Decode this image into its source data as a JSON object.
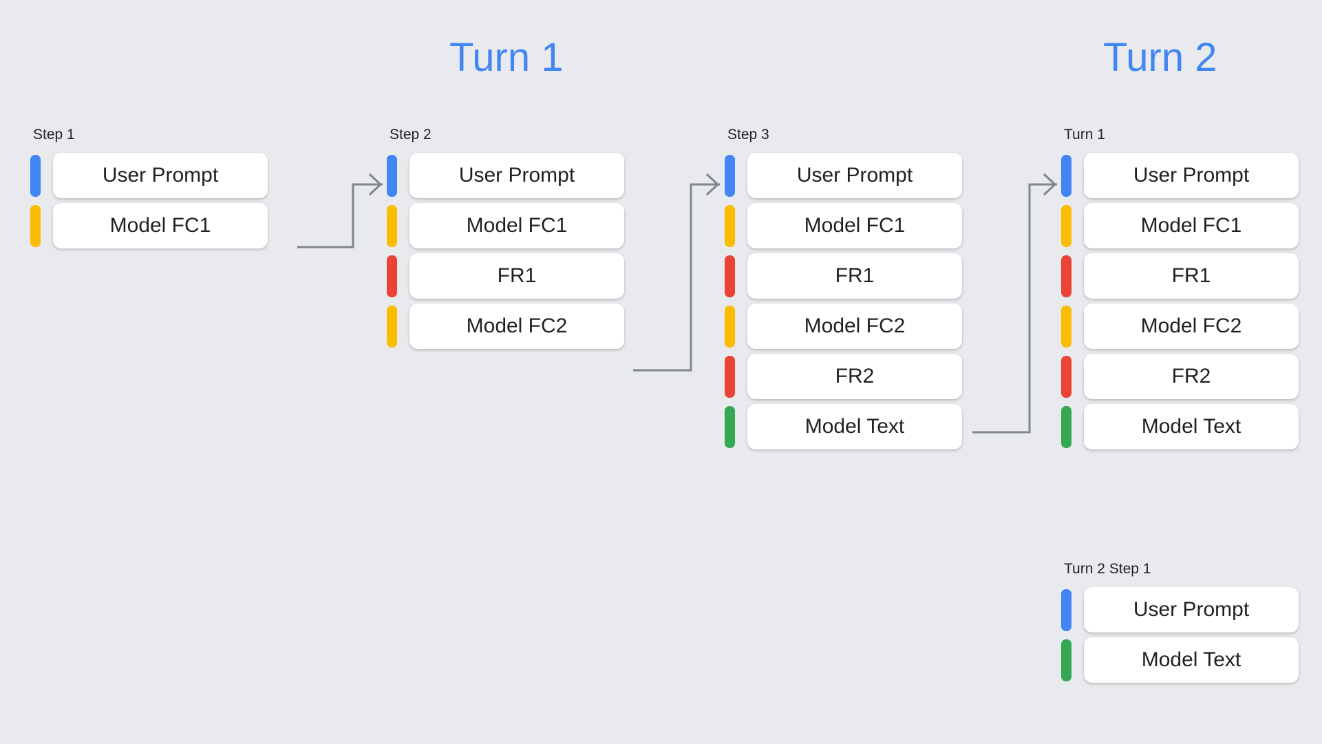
{
  "headings": {
    "turn1": "Turn 1",
    "turn2": "Turn 2",
    "color": "#4285F4"
  },
  "palette": {
    "background": "#E8EAED",
    "card": "#FFFFFF",
    "text": "#202124",
    "arrow": "#80868B",
    "user_prompt": "#4285F4",
    "model_fc": "#FBBC04",
    "function_response": "#EA4335",
    "model_text": "#34A853"
  },
  "columns": [
    {
      "id": "step1",
      "label": "Step 1",
      "rows": [
        {
          "label": "User Prompt",
          "color": "#4285F4",
          "role": "user-prompt"
        },
        {
          "label": "Model FC1",
          "color": "#FBBC04",
          "role": "model-function-call"
        }
      ]
    },
    {
      "id": "step2",
      "label": "Step 2",
      "rows": [
        {
          "label": "User Prompt",
          "color": "#4285F4",
          "role": "user-prompt"
        },
        {
          "label": "Model FC1",
          "color": "#FBBC04",
          "role": "model-function-call"
        },
        {
          "label": "FR1",
          "color": "#EA4335",
          "role": "function-response"
        },
        {
          "label": "Model FC2",
          "color": "#FBBC04",
          "role": "model-function-call"
        }
      ]
    },
    {
      "id": "step3",
      "label": "Step 3",
      "rows": [
        {
          "label": "User Prompt",
          "color": "#4285F4",
          "role": "user-prompt"
        },
        {
          "label": "Model FC1",
          "color": "#FBBC04",
          "role": "model-function-call"
        },
        {
          "label": "FR1",
          "color": "#EA4335",
          "role": "function-response"
        },
        {
          "label": "Model FC2",
          "color": "#FBBC04",
          "role": "model-function-call"
        },
        {
          "label": "FR2",
          "color": "#EA4335",
          "role": "function-response"
        },
        {
          "label": "Model Text",
          "color": "#34A853",
          "role": "model-text"
        }
      ]
    },
    {
      "id": "turn2-turn1",
      "label": "Turn 1",
      "rows": [
        {
          "label": "User Prompt",
          "color": "#4285F4",
          "role": "user-prompt"
        },
        {
          "label": "Model FC1",
          "color": "#FBBC04",
          "role": "model-function-call"
        },
        {
          "label": "FR1",
          "color": "#EA4335",
          "role": "function-response"
        },
        {
          "label": "Model FC2",
          "color": "#FBBC04",
          "role": "model-function-call"
        },
        {
          "label": "FR2",
          "color": "#EA4335",
          "role": "function-response"
        },
        {
          "label": "Model Text",
          "color": "#34A853",
          "role": "model-text"
        }
      ]
    },
    {
      "id": "turn2-step1",
      "label": "Turn 2 Step 1",
      "rows": [
        {
          "label": "User Prompt",
          "color": "#4285F4",
          "role": "user-prompt"
        },
        {
          "label": "Model Text",
          "color": "#34A853",
          "role": "model-text"
        }
      ]
    }
  ],
  "arrows": [
    {
      "name": "arrow-step1-to-step2",
      "from": "step1.Model FC1",
      "to": "step2.User Prompt"
    },
    {
      "name": "arrow-step2-to-step3",
      "from": "step2.Model FC2",
      "to": "step3.User Prompt"
    },
    {
      "name": "arrow-step3-to-turn2",
      "from": "step3.FR2",
      "to": "turn2-turn1.User Prompt"
    }
  ]
}
